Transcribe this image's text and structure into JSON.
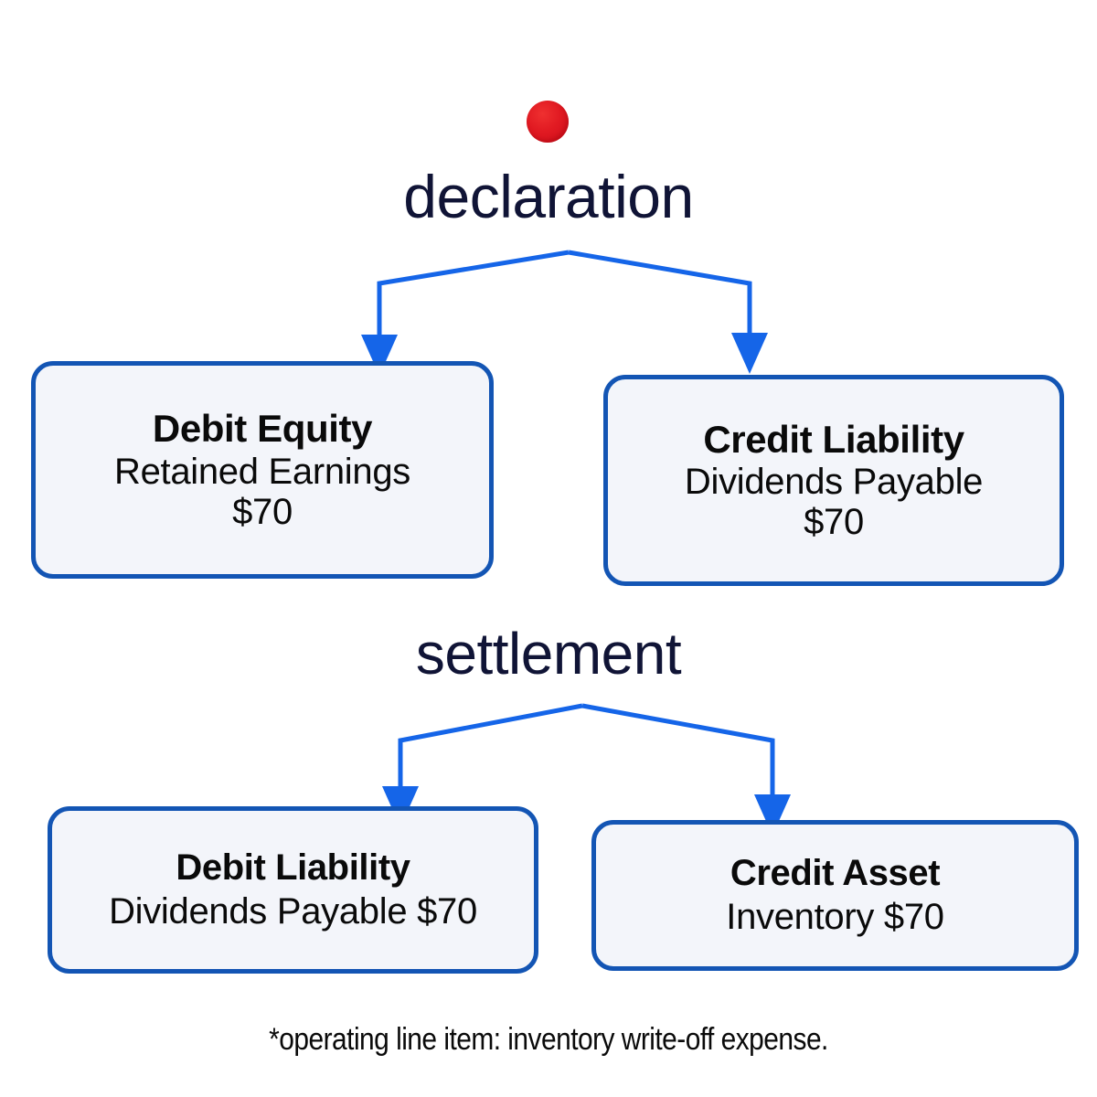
{
  "colors": {
    "connector_blue": "#1565e8",
    "box_border": "#1355b4",
    "box_fill": "#f3f5fa",
    "label_navy": "#101436",
    "dot_red": "#e11a22",
    "text_black": "#0a0a0a",
    "background": "#ffffff"
  },
  "marker": {
    "name": "red-dot-marker"
  },
  "sections": [
    {
      "id": "declaration",
      "label": "declaration",
      "nodes": [
        {
          "id": "debit-equity",
          "title": "Debit Equity",
          "lines": [
            "Retained Earnings",
            "$70"
          ]
        },
        {
          "id": "credit-liability",
          "title": "Credit Liability",
          "lines": [
            "Dividends Payable",
            "$70"
          ]
        }
      ]
    },
    {
      "id": "settlement",
      "label": "settlement",
      "nodes": [
        {
          "id": "debit-liability",
          "title": "Debit Liability",
          "lines": [
            "Dividends Payable $70"
          ]
        },
        {
          "id": "credit-asset",
          "title": "Credit Asset",
          "lines": [
            "Inventory $70"
          ]
        }
      ]
    }
  ],
  "footnote": {
    "text": "*operating line item: inventory write-off expense."
  }
}
